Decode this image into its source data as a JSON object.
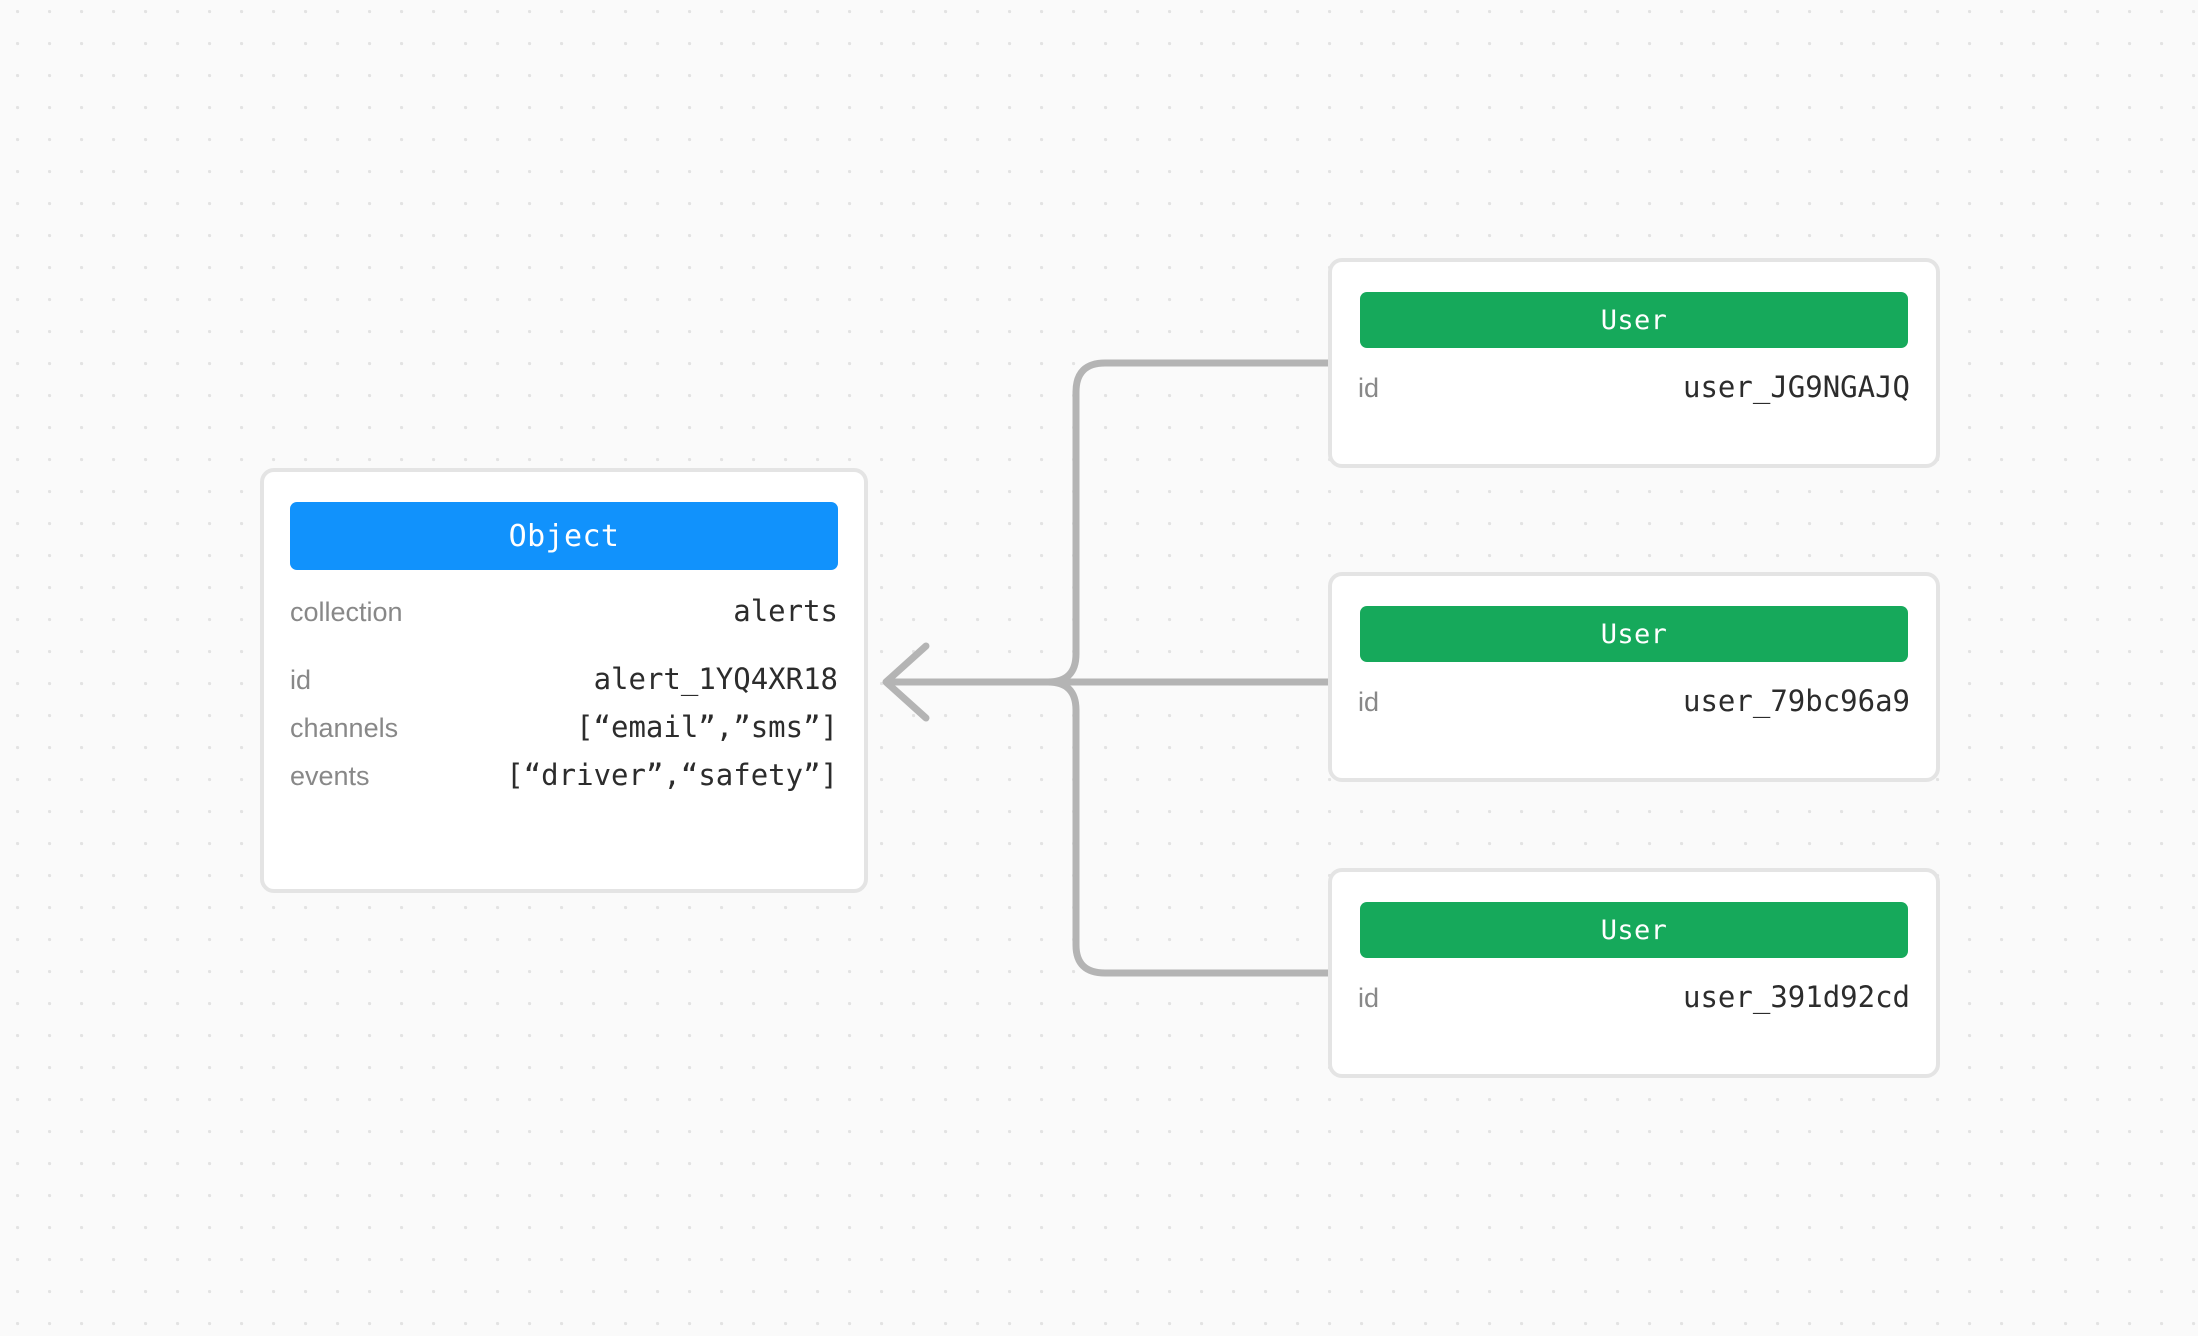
{
  "canvas": {
    "background_color": "#fafafa",
    "dot_color": "#e3e3e3",
    "edge_color": "#b4b4b4",
    "card_border_color": "#e4e4e4"
  },
  "object_node": {
    "header_label": "Object",
    "header_color": "#1192fc",
    "primary_rows": [
      {
        "key": "collection",
        "value": "alerts"
      }
    ],
    "detail_rows": [
      {
        "key": "id",
        "value": "alert_1YQ4XR18"
      },
      {
        "key": "channels",
        "value": "[“email”,”sms”]"
      },
      {
        "key": "events",
        "value": "[“driver”,“safety”]"
      }
    ]
  },
  "user_nodes": [
    {
      "header_label": "User",
      "header_color": "#16a95b",
      "rows": [
        {
          "key": "id",
          "value": "user_JG9NGAJQ"
        }
      ]
    },
    {
      "header_label": "User",
      "header_color": "#16a95b",
      "rows": [
        {
          "key": "id",
          "value": "user_79bc96a9"
        }
      ]
    },
    {
      "header_label": "User",
      "header_color": "#16a95b",
      "rows": [
        {
          "key": "id",
          "value": "user_391d92cd"
        }
      ]
    }
  ],
  "edges": [
    {
      "from": "user-0",
      "to": "object",
      "arrow": true
    },
    {
      "from": "user-1",
      "to": "object",
      "arrow": true
    },
    {
      "from": "user-2",
      "to": "object",
      "arrow": true
    }
  ]
}
